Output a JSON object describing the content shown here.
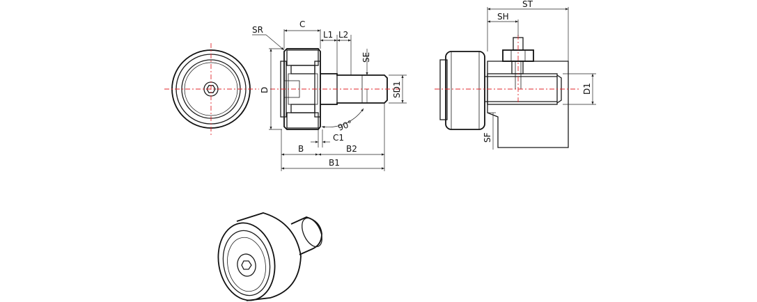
{
  "labels": {
    "sr": "SR",
    "c": "C",
    "l1": "L1",
    "l2": "L2",
    "se": "SE",
    "d": "D",
    "sd1": "SD1",
    "angle": "90°",
    "c1": "C1",
    "b": "B",
    "b2": "B2",
    "b1": "B1",
    "st": "ST",
    "sh": "SH",
    "d1": "D1",
    "sf": "SF"
  },
  "colors": {
    "line": "#1a1a1a",
    "centerline": "#e0242a",
    "background": "#ffffff"
  }
}
